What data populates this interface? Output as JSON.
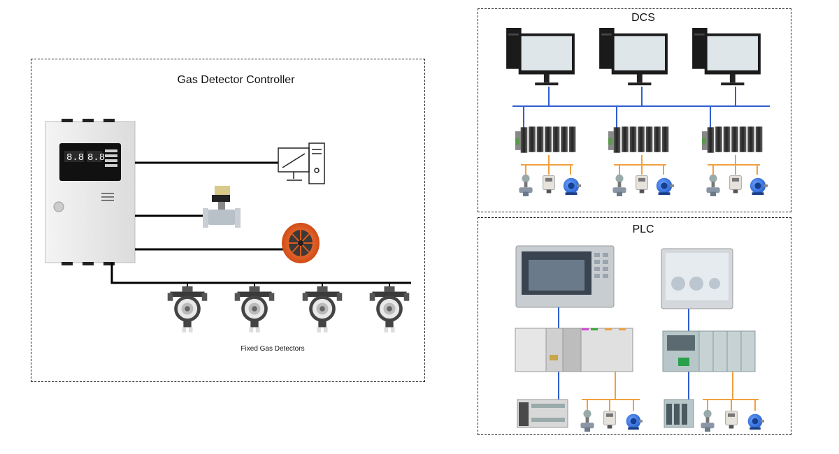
{
  "gas": {
    "title": "Gas Detector Controller",
    "detectors_label": "Fixed Gas Detectors",
    "controller_display": [
      "8.8",
      "8.8"
    ]
  },
  "dcs": {
    "title": "DCS"
  },
  "plc": {
    "title": "PLC"
  },
  "colors": {
    "network_blue": "#2f5fd0",
    "field_orange": "#f0a040",
    "fan_orange": "#e05a1a",
    "cable_black": "#000000",
    "motor_blue": "#1e5cc8"
  }
}
